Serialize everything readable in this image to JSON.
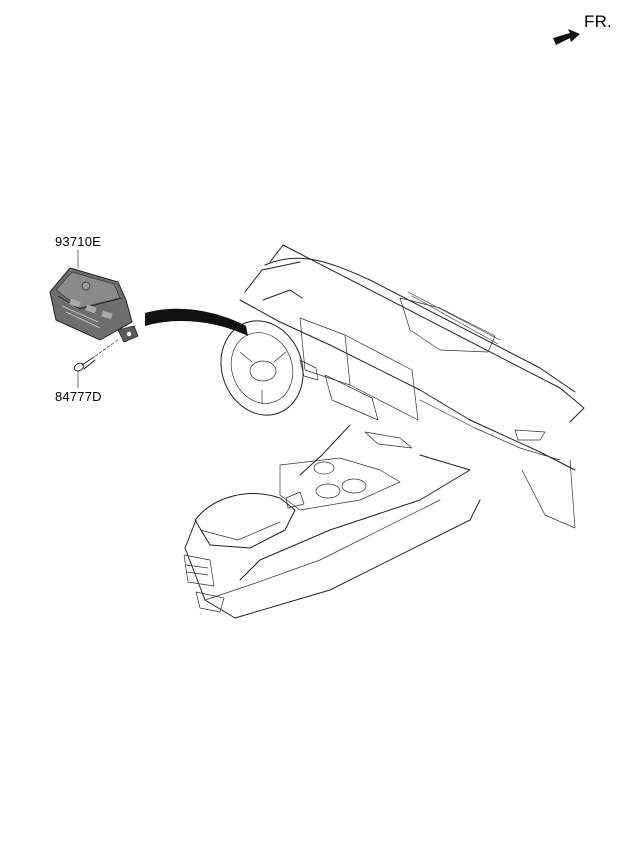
{
  "orientation": {
    "label": "FR.",
    "arrow_icon": "front-direction-arrow-icon"
  },
  "parts": [
    {
      "number": "93710E"
    },
    {
      "number": "84777D"
    }
  ]
}
